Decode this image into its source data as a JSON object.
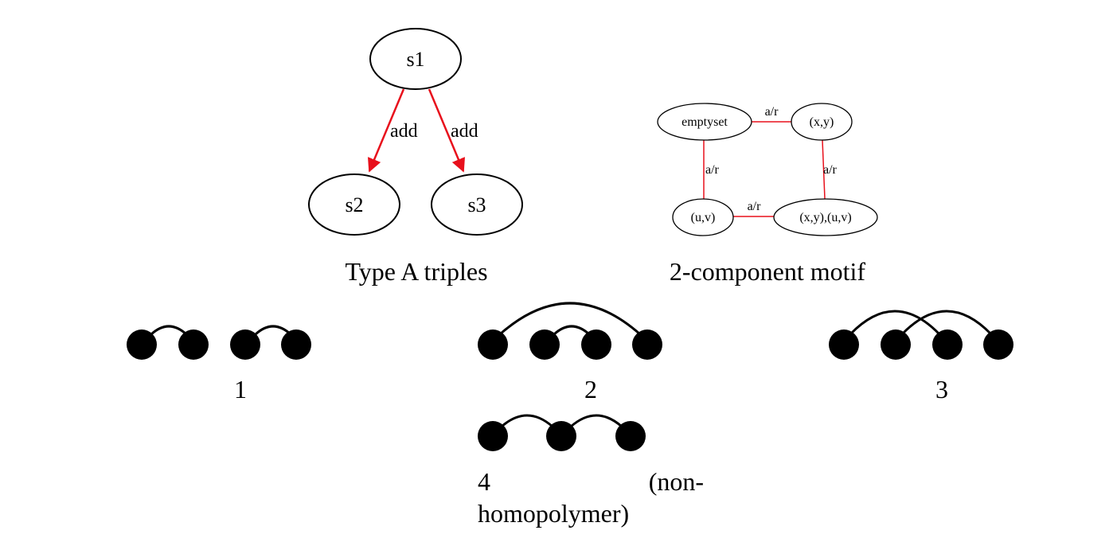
{
  "colors": {
    "edge_red": "#e8101c",
    "ink": "#000000"
  },
  "type_a": {
    "caption": "Type A triples",
    "nodes": {
      "s1": "s1",
      "s2": "s2",
      "s3": "s3"
    },
    "edges": {
      "left": "add",
      "right": "add"
    }
  },
  "motif": {
    "caption": "2-component motif",
    "nodes": {
      "emptyset": "emptyset",
      "xy": "(x,y)",
      "uv": "(u,v)",
      "xyuv": "(x,y),(u,v)"
    },
    "edges": {
      "top": "a/r",
      "left": "a/r",
      "right": "a/r",
      "bottom": "a/r"
    }
  },
  "patterns": [
    {
      "label": "1"
    },
    {
      "label": "2"
    },
    {
      "label": "3"
    },
    {
      "label_line1": "4",
      "label_paren": "(non-",
      "label_line2": "homopolymer)"
    }
  ]
}
